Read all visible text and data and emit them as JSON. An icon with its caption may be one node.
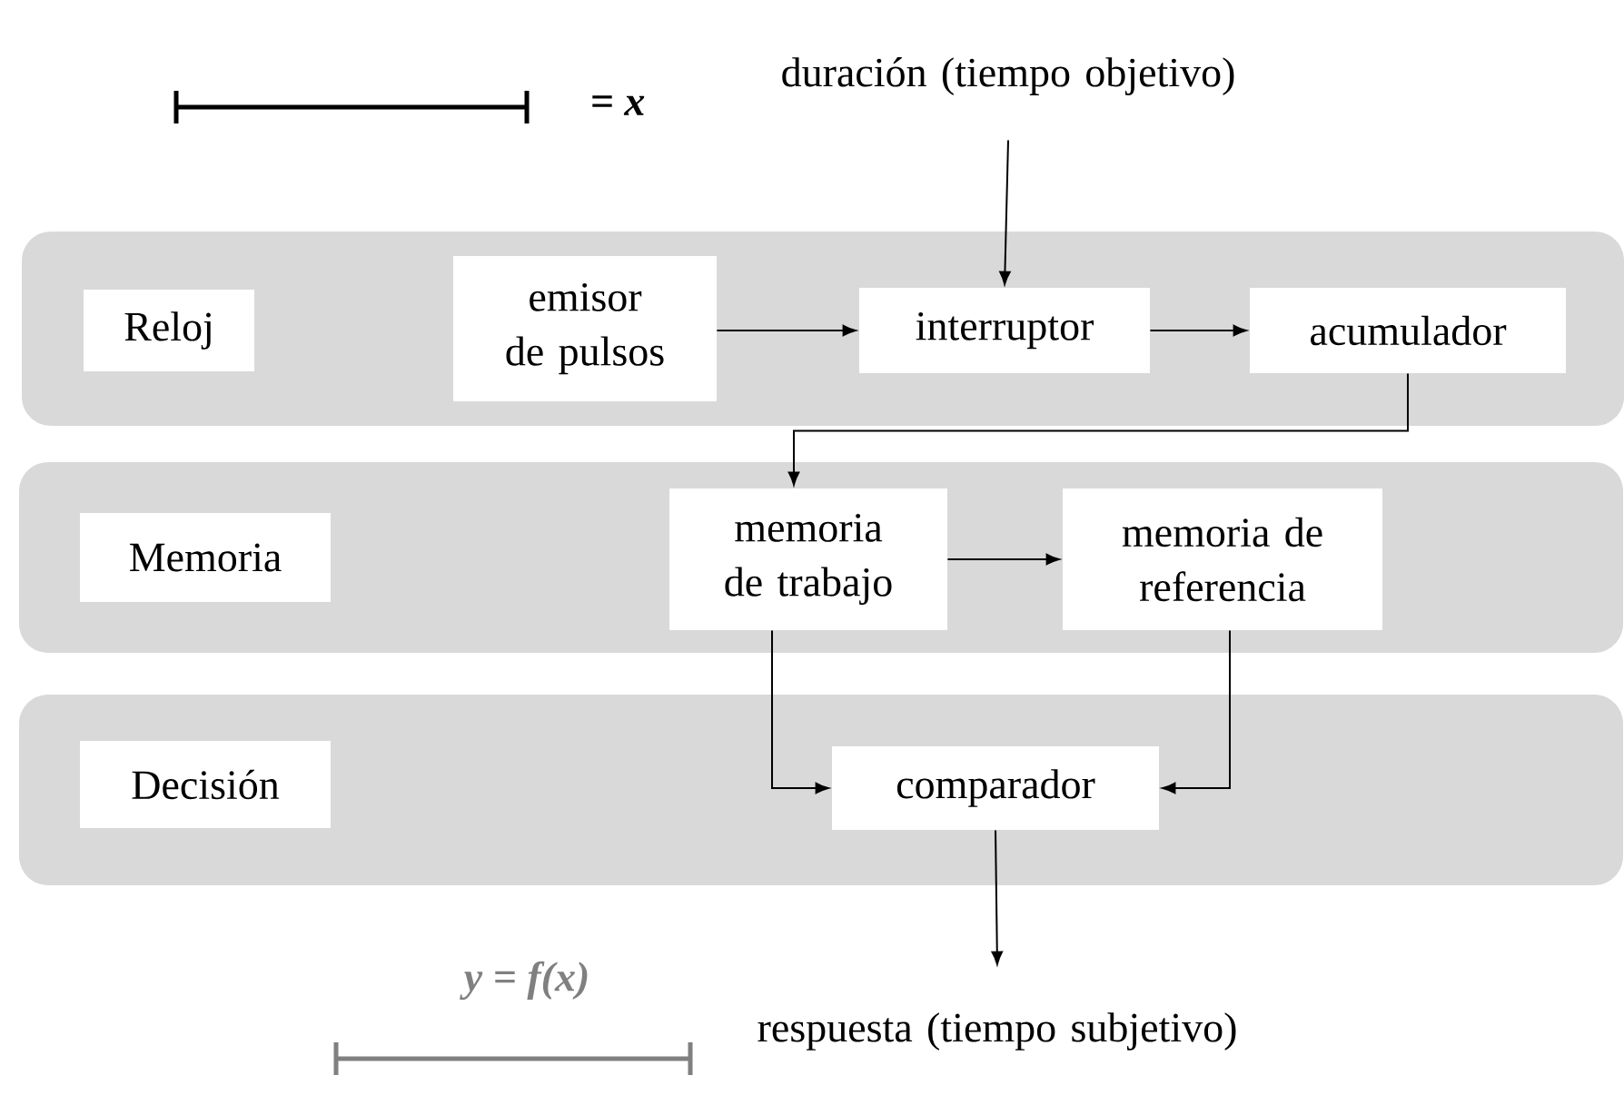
{
  "diagram": {
    "nodes": [
      {
        "text": [
          "duración (tiempo objetivo)"
        ]
      },
      {
        "text": [],
        "shape": "band"
      },
      {
        "text": [
          "Reloj"
        ],
        "in": 1
      },
      {
        "text": [
          "emisor de pulsos"
        ],
        "in": 1
      },
      {
        "text": [
          "interruptor"
        ],
        "in": 1
      },
      {
        "text": [
          "acumulador"
        ],
        "in": 1
      },
      {
        "text": [],
        "shape": "band"
      },
      {
        "text": [
          "Memoria"
        ],
        "in": 6
      },
      {
        "text": [
          "memoria de trabajo"
        ],
        "in": 6
      },
      {
        "text": [
          "memoria de referencia"
        ],
        "in": 6
      },
      {
        "text": [],
        "shape": "band"
      },
      {
        "text": [
          "Decisión"
        ],
        "in": 10
      },
      {
        "text": [
          "comparador"
        ],
        "in": 10
      },
      {
        "text": [
          "respuesta (tiempo subjetivo)"
        ]
      }
    ],
    "edges": [
      {
        "from": 0,
        "to": 4,
        "arrow": "to"
      },
      {
        "from": 3,
        "to": 4,
        "arrow": "to"
      },
      {
        "from": 4,
        "to": 5,
        "arrow": "to"
      },
      {
        "from": 5,
        "to": 8,
        "arrow": "to"
      },
      {
        "from": 8,
        "to": 9,
        "arrow": "to"
      },
      {
        "from": 8,
        "to": 12,
        "arrow": "to"
      },
      {
        "from": 9,
        "to": 12,
        "arrow": "to"
      },
      {
        "from": 12,
        "to": 13,
        "arrow": "to"
      }
    ],
    "labels": [
      "= x",
      "y = f(x)"
    ]
  }
}
